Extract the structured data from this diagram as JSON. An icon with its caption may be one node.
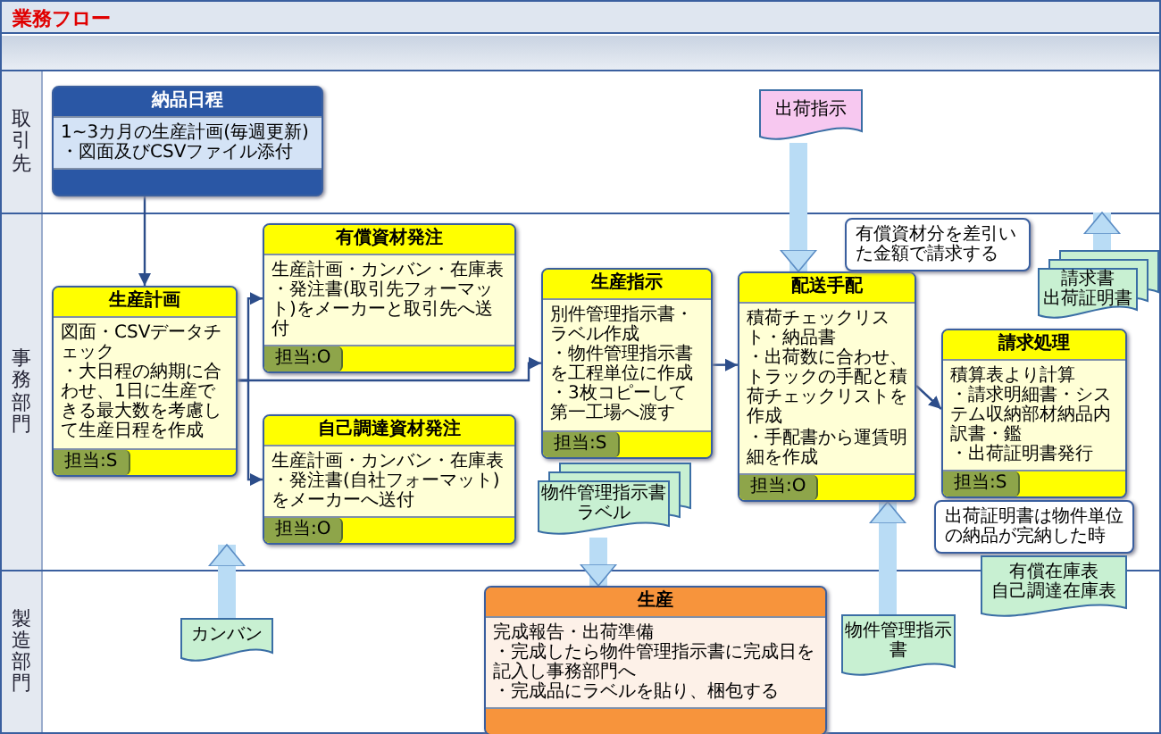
{
  "diagram": {
    "title": "業務フロー",
    "nodes": [
      {
        "text": [
          "取引先"
        ]
      },
      {
        "text": [
          "納品日程",
          "1~3カ月の生産計画(毎週更新)",
          "・図面及びCSVファイル添付"
        ],
        "in": 0
      },
      {
        "text": [
          "出荷指示"
        ],
        "in": 0
      },
      {
        "text": [
          "事務部門"
        ]
      },
      {
        "text": [
          "生産計画",
          "図面・CSVデータチェック",
          "・大日程の納期に合わせ、1日に生産できる最大数を考慮して生産日程を作成",
          "担当:S"
        ],
        "in": 3
      },
      {
        "text": [
          "有償資材発注",
          "生産計画・カンバン・在庫表",
          "・発注書(取引先フォーマット)をメーカーと取引先へ送付",
          "担当:O"
        ],
        "in": 3
      },
      {
        "text": [
          "生産指示",
          "別件管理指示書・ラベル作成",
          "・物件管理指示書を工程単位に作成",
          "・3枚コピーして第一工場へ渡す",
          "担当:S"
        ],
        "in": 3
      },
      {
        "text": [
          "配送手配",
          "積荷チェックリスト・納品書",
          "・出荷数に合わせ、トラックの手配と積荷チェックリストを作成",
          "・手配書から運賃明細を作成",
          "担当:O"
        ],
        "in": 3
      },
      {
        "text": [
          "有償資材分を差引いた金額で請求する"
        ],
        "in": 3
      },
      {
        "text": [
          "請求書",
          "出荷証明書"
        ],
        "in": 3
      },
      {
        "text": [
          "請求処理",
          "積算表より計算",
          "・請求明細書・システム収納部材納品内訳書・鑑",
          "・出荷証明書発行",
          "担当:S"
        ],
        "in": 3
      },
      {
        "text": [
          "自己調達資材発注",
          "生産計画・カンバン・在庫表",
          "・発注書(自社フォーマット)をメーカーへ送付",
          "担当:O"
        ],
        "in": 3
      },
      {
        "text": [
          "物件管理指示書",
          "ラベル"
        ],
        "in": 3
      },
      {
        "text": [
          "出荷証明書は物件単位の納品が完納した時"
        ],
        "in": 3
      },
      {
        "text": [
          "有償在庫表",
          "自己調達在庫表"
        ]
      },
      {
        "text": [
          "製造部門"
        ]
      },
      {
        "text": [
          "カンバン"
        ],
        "in": 15
      },
      {
        "text": [
          "生産",
          "完成報告・出荷準備",
          "・完成したら物件管理指示書に完成日を記入し事務部門へ",
          "・完成品にラベルを貼り、梱包する"
        ],
        "in": 15
      },
      {
        "text": [
          "物件管理指示書"
        ],
        "in": 15
      }
    ],
    "edges": [
      {
        "from": 1,
        "to": 4,
        "arrow": "to"
      },
      {
        "from": 4,
        "to": 5,
        "arrow": "to"
      },
      {
        "from": 4,
        "to": 11,
        "arrow": "to"
      },
      {
        "from": 4,
        "to": 6,
        "arrow": "to"
      },
      {
        "from": 6,
        "to": 7,
        "arrow": "to"
      },
      {
        "from": 7,
        "to": 10,
        "arrow": "to"
      },
      {
        "from": 2,
        "to": 7,
        "arrow": "to",
        "style": "thick",
        "color": "#b9dcf5"
      },
      {
        "from": 9,
        "to": 0,
        "arrow": "to",
        "style": "thick",
        "color": "#b9dcf5"
      },
      {
        "from": 12,
        "to": 17,
        "arrow": "to",
        "style": "thick",
        "color": "#b9dcf5"
      },
      {
        "from": 16,
        "to": null,
        "arrow": "to",
        "style": "thick",
        "color": "#b9dcf5"
      },
      {
        "from": 18,
        "to": 7,
        "arrow": "to",
        "style": "thick",
        "color": "#b9dcf5"
      }
    ]
  }
}
